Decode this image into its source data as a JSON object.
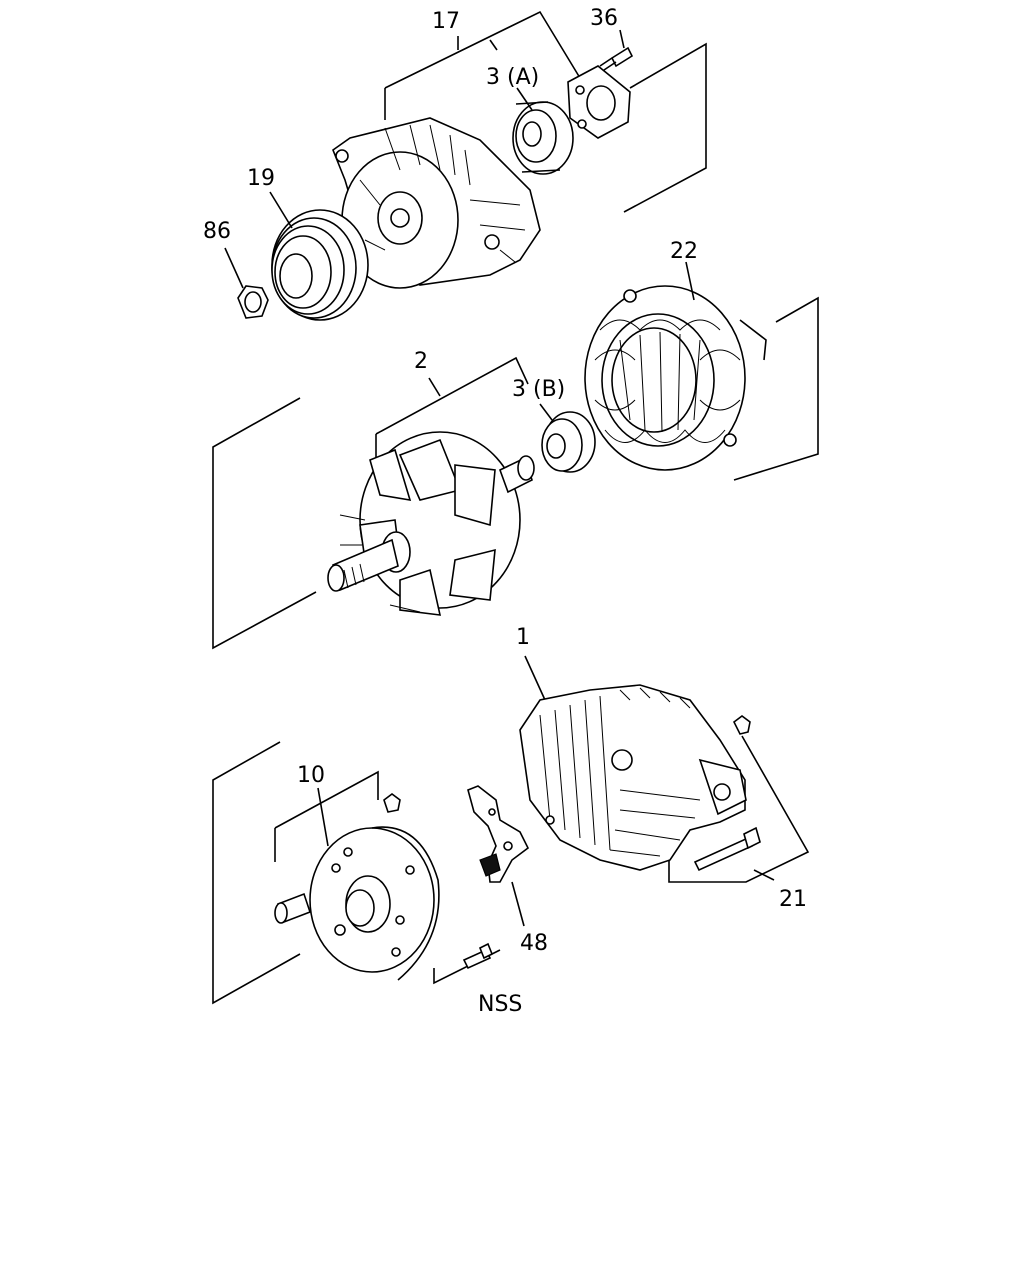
{
  "diagram": {
    "labels": {
      "p17": "17",
      "p36": "36",
      "p3a": "3 (A)",
      "p19": "19",
      "p86": "86",
      "p22": "22",
      "p2": "2",
      "p3b": "3 (B)",
      "p1": "1",
      "p10": "10",
      "p48": "48",
      "p21": "21",
      "nss": "NSS"
    }
  }
}
